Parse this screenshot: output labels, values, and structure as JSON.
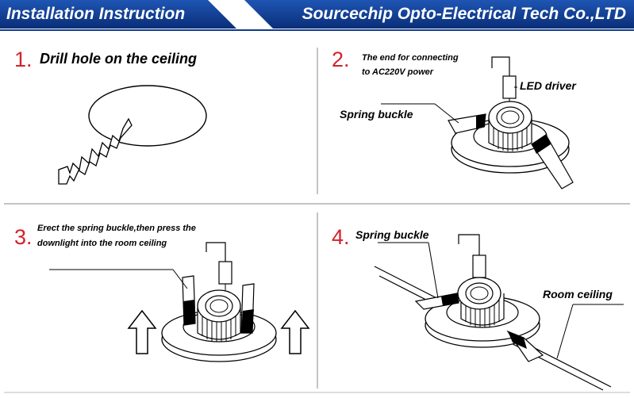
{
  "header": {
    "left_title": "Installation Instruction",
    "right_title": "Sourcechip Opto-Electrical Tech Co.,LTD",
    "bar_color": "#0f3a8c"
  },
  "steps": [
    {
      "number": "1.",
      "title": "Drill hole on the ceiling"
    },
    {
      "number": "2.",
      "title_line1": "The end for connecting",
      "title_line2": "to AC220V power",
      "led_driver": "LED driver",
      "spring_buckle": "Spring buckle"
    },
    {
      "number": "3.",
      "title_line1": "Erect the spring buckle,then press the",
      "title_line2": "downlight into the room ceiling"
    },
    {
      "number": "4.",
      "spring_buckle": "Spring buckle",
      "room_ceiling": "Room ceiling"
    }
  ],
  "colors": {
    "number": "#d2232a",
    "divider": "#777777"
  }
}
